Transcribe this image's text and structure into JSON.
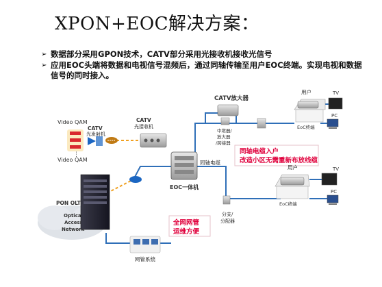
{
  "title": "XPON+EOC解决方案：",
  "bullets": [
    "数据部分采用GPON技术，CATV部分采用光接收机接收光信号",
    "应用EOC头端将数据和电视信号混频后，通过同轴传输至用户EOC终端。实现电视和数据信号的同时接入。"
  ],
  "labels": {
    "video_qam_top": "Video QAM",
    "video_qam_bottom": "Video QAM",
    "catv_tx_l1": "CATV",
    "catv_tx_l2": "光发射机",
    "catv_rx_l1": "CATV",
    "catv_rx_l2": "光接收机",
    "catv_amp": "CATV放大器",
    "relay_l1": "中继器/",
    "relay_l2": "放大器",
    "relay_l3": "/跨接器",
    "coax": "同轴电缆",
    "eoc_head": "EOC一体机",
    "pon_olt": "PON OLT",
    "optical_1": "Optical",
    "optical_2": "Access",
    "optical_3": "Network",
    "splitter_l1": "分支/",
    "splitter_l2": "分配器",
    "nms": "网管系统",
    "user_top": "用户",
    "user_bottom": "用户",
    "tv_top": "TV",
    "tv_bottom": "TV",
    "pc_top": "PC",
    "pc_bottom": "PC",
    "eoc_terminal_top": "EoC终端",
    "eoc_terminal_bottom": "EoC终端"
  },
  "notes": {
    "coax_l1": "同轴电缆入户",
    "coax_l2": "改造小区无需重新布放线缆",
    "nms_l1": "全网网管",
    "nms_l2": "运维方便"
  },
  "colors": {
    "coax_line": "#2f6fb8",
    "fiber_line": "#f0a020",
    "note_text": "#e0003c",
    "note_border": "#e0003c"
  }
}
